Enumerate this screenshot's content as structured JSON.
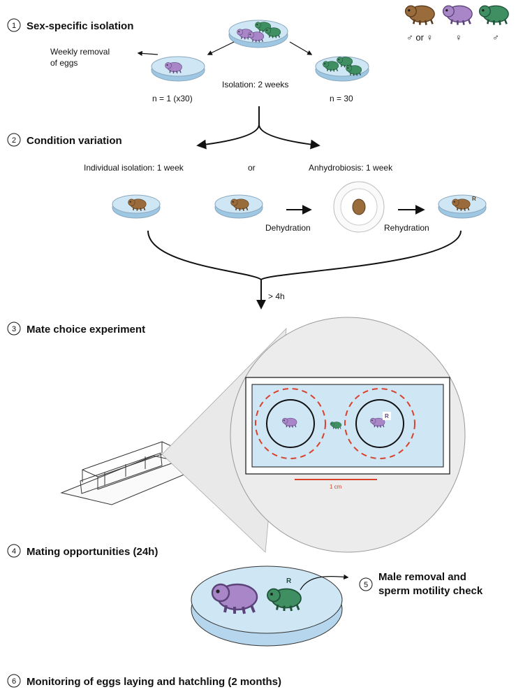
{
  "legend": {
    "symbols": [
      "♂ or ♀",
      "♀",
      "♂"
    ],
    "colors": {
      "brown": "#9a6b3b",
      "purple": "#a886c7",
      "green": "#3f8f62"
    }
  },
  "steps": [
    {
      "num": "1",
      "title": "Sex-specific isolation"
    },
    {
      "num": "2",
      "title": "Condition variation"
    },
    {
      "num": "3",
      "title": "Mate choice experiment"
    },
    {
      "num": "4",
      "title": "Mating opportunities (24h)"
    },
    {
      "num": "5",
      "title_line1": "Male removal and",
      "title_line2": "sperm motility check"
    },
    {
      "num": "6",
      "title": "Monitoring of eggs laying and hatchling (2 months)"
    }
  ],
  "step1": {
    "weekly_line1": "Weekly removal",
    "weekly_line2": "of eggs",
    "isolation": "Isolation: 2 weeks",
    "n_left": "n = 1 (x30)",
    "n_right": "n = 30"
  },
  "step2": {
    "individual": "Individual isolation: 1 week",
    "or": "or",
    "anhydro": "Anhydrobiosis: 1 week",
    "dehydration": "Dehydration",
    "rehydration": "Rehydration",
    "time": "> 4h",
    "r_mark": "R"
  },
  "step3": {
    "scale": "1 cm",
    "r_mark": "R"
  },
  "step4": {
    "r_mark": "R"
  }
}
